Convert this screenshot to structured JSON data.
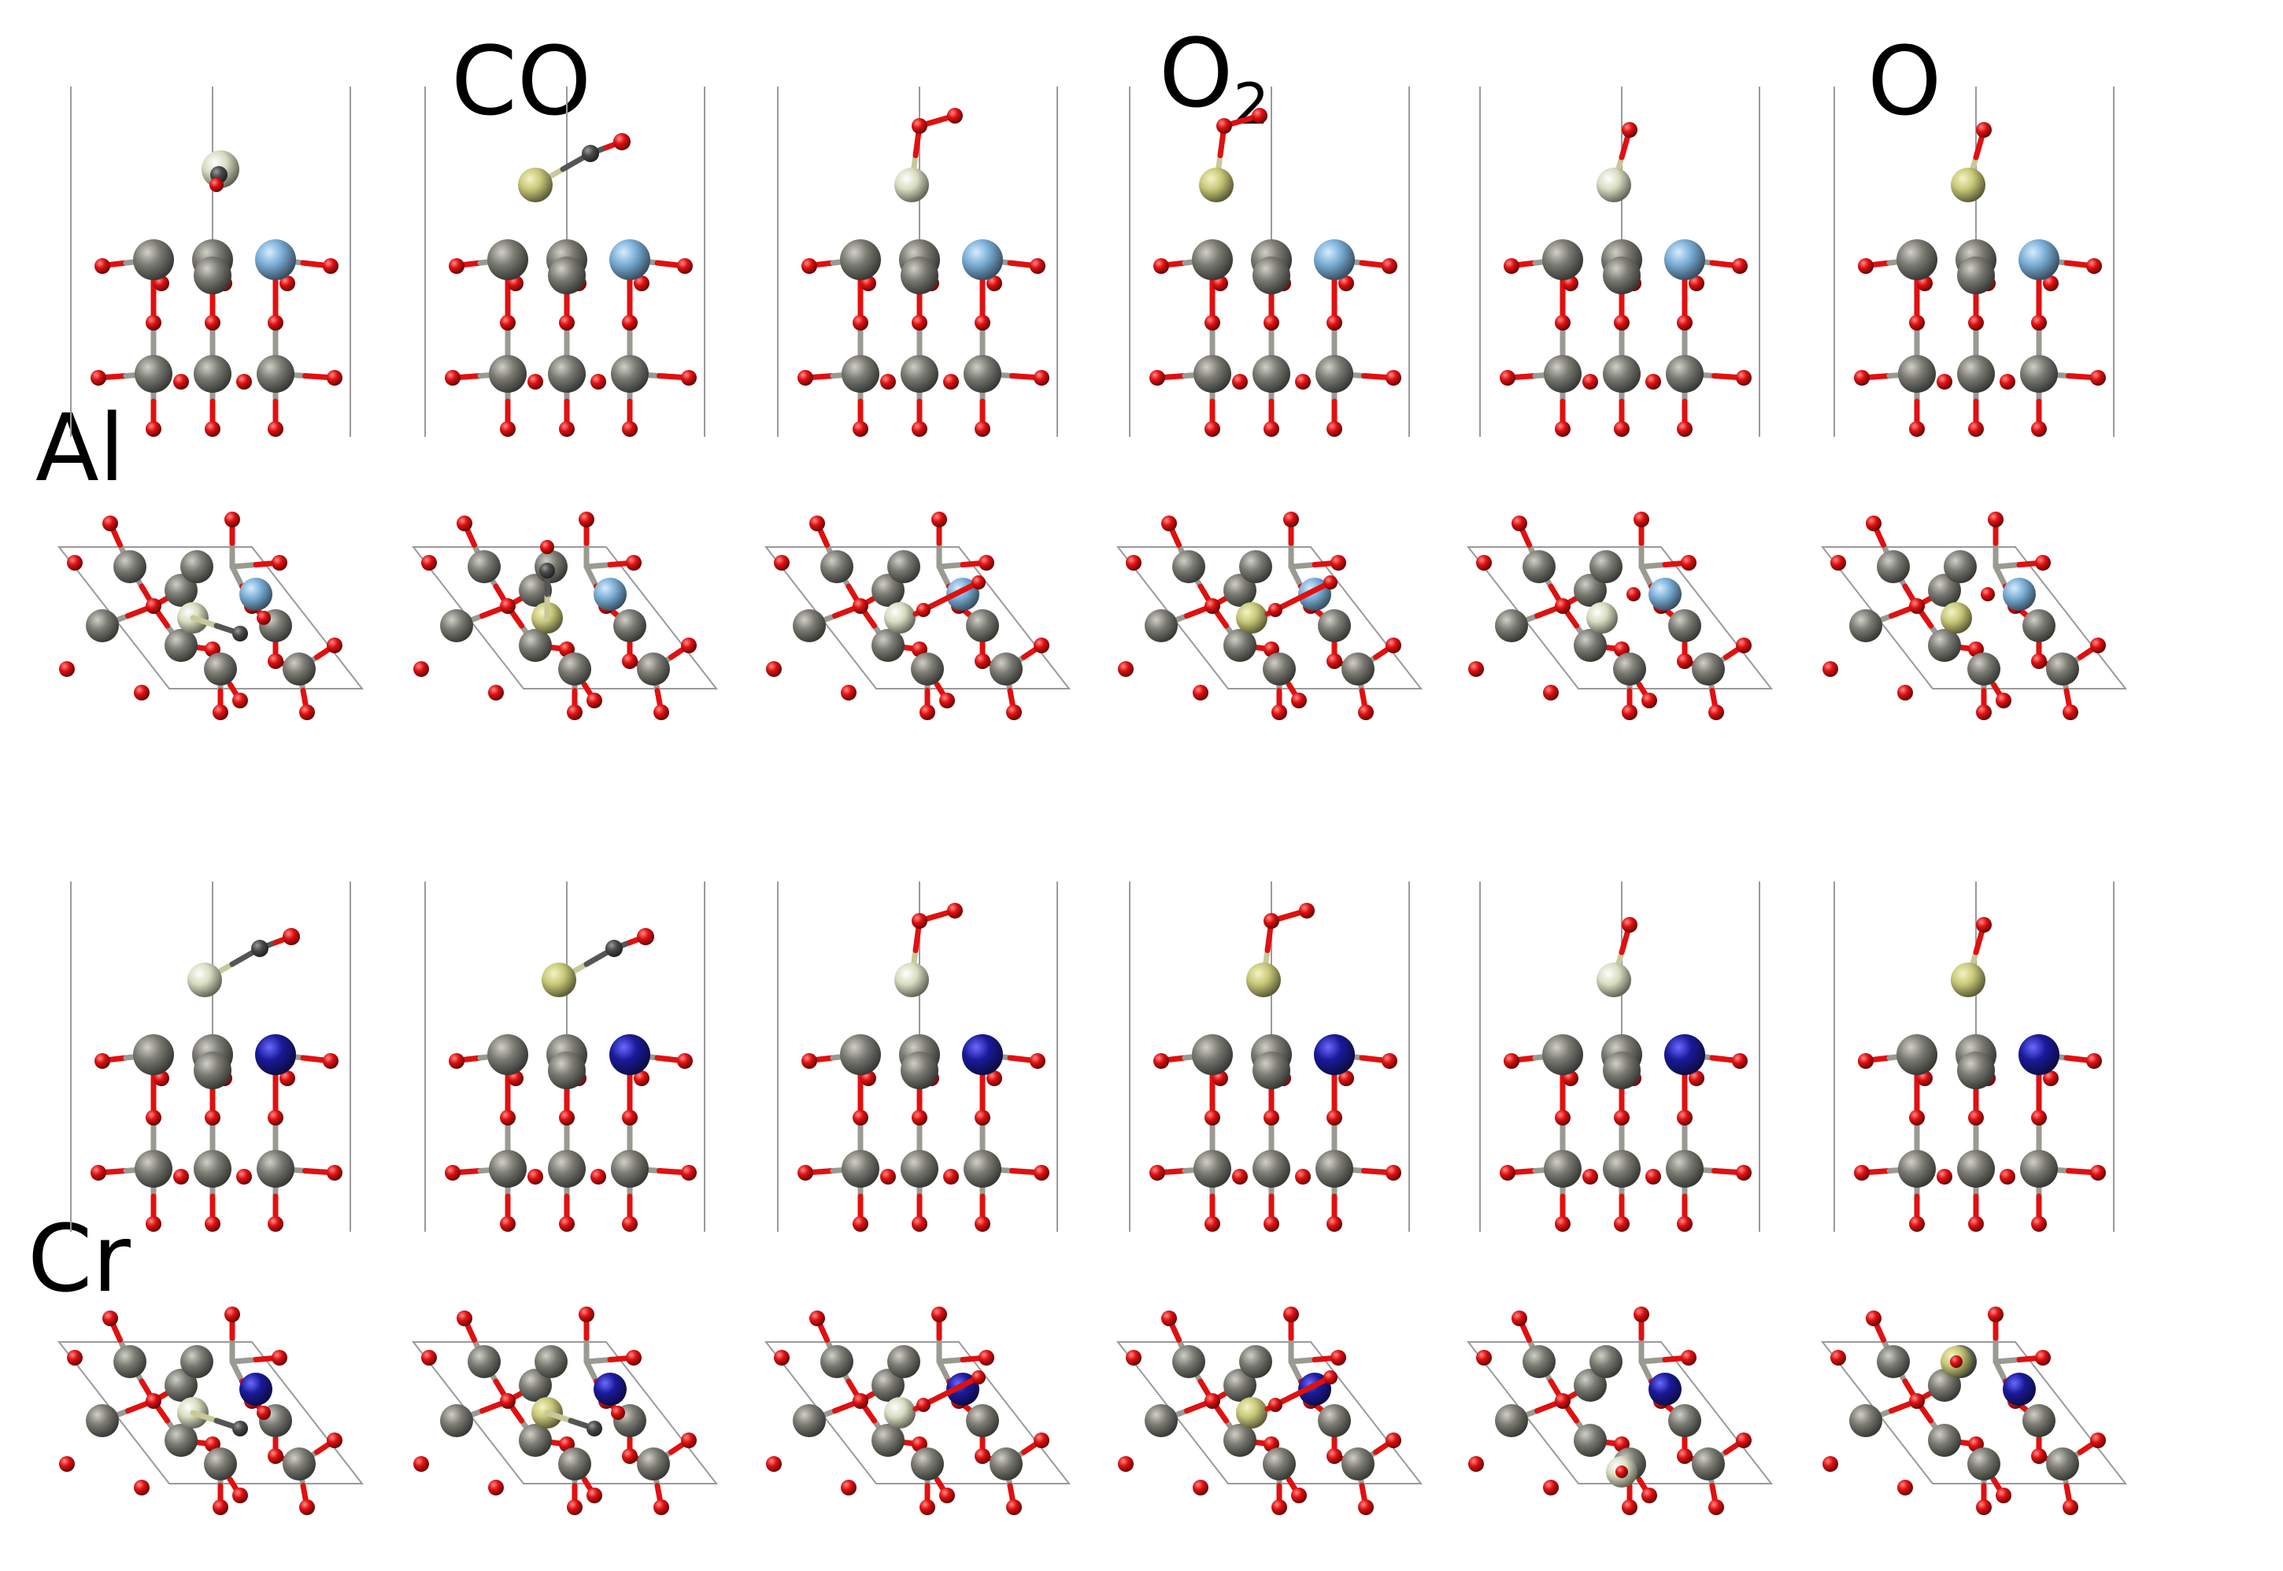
{
  "column_labels": {
    "co": "CO",
    "o2_main": "O",
    "o2_sub": "2",
    "o": "O"
  },
  "row_labels": {
    "al": "Al",
    "cr": "Cr"
  },
  "colors": {
    "oxygen": "#e01010",
    "host_metal": "#7b7b74",
    "carbon": "#4a4a4a",
    "dopant_al": "#7aaed6",
    "dopant_cr": "#1a1a9a",
    "adatom_pale": "#d8dcc0",
    "adatom_yellow": "#c8c878",
    "cell_line": "#9a9a9a"
  },
  "panels": [
    {
      "row": "Al",
      "adsorbate": "CO",
      "adatom": "pale",
      "tilt": "upright"
    },
    {
      "row": "Al",
      "adsorbate": "CO",
      "adatom": "yellow",
      "tilt": "flat"
    },
    {
      "row": "Al",
      "adsorbate": "O2",
      "adatom": "pale",
      "tilt": "upright"
    },
    {
      "row": "Al",
      "adsorbate": "O2",
      "adatom": "yellow",
      "tilt": "bent"
    },
    {
      "row": "Al",
      "adsorbate": "O",
      "adatom": "pale",
      "tilt": "bent"
    },
    {
      "row": "Al",
      "adsorbate": "O",
      "adatom": "yellow",
      "tilt": "upright"
    },
    {
      "row": "Cr",
      "adsorbate": "CO",
      "adatom": "pale",
      "tilt": "tilted"
    },
    {
      "row": "Cr",
      "adsorbate": "CO",
      "adatom": "yellow",
      "tilt": "tilted"
    },
    {
      "row": "Cr",
      "adsorbate": "O2",
      "adatom": "pale",
      "tilt": "tilted"
    },
    {
      "row": "Cr",
      "adsorbate": "O2",
      "adatom": "yellow",
      "tilt": "upright"
    },
    {
      "row": "Cr",
      "adsorbate": "O",
      "adatom": "pale",
      "tilt": "upright"
    },
    {
      "row": "Cr",
      "adsorbate": "O",
      "adatom": "yellow",
      "tilt": "upright"
    }
  ]
}
